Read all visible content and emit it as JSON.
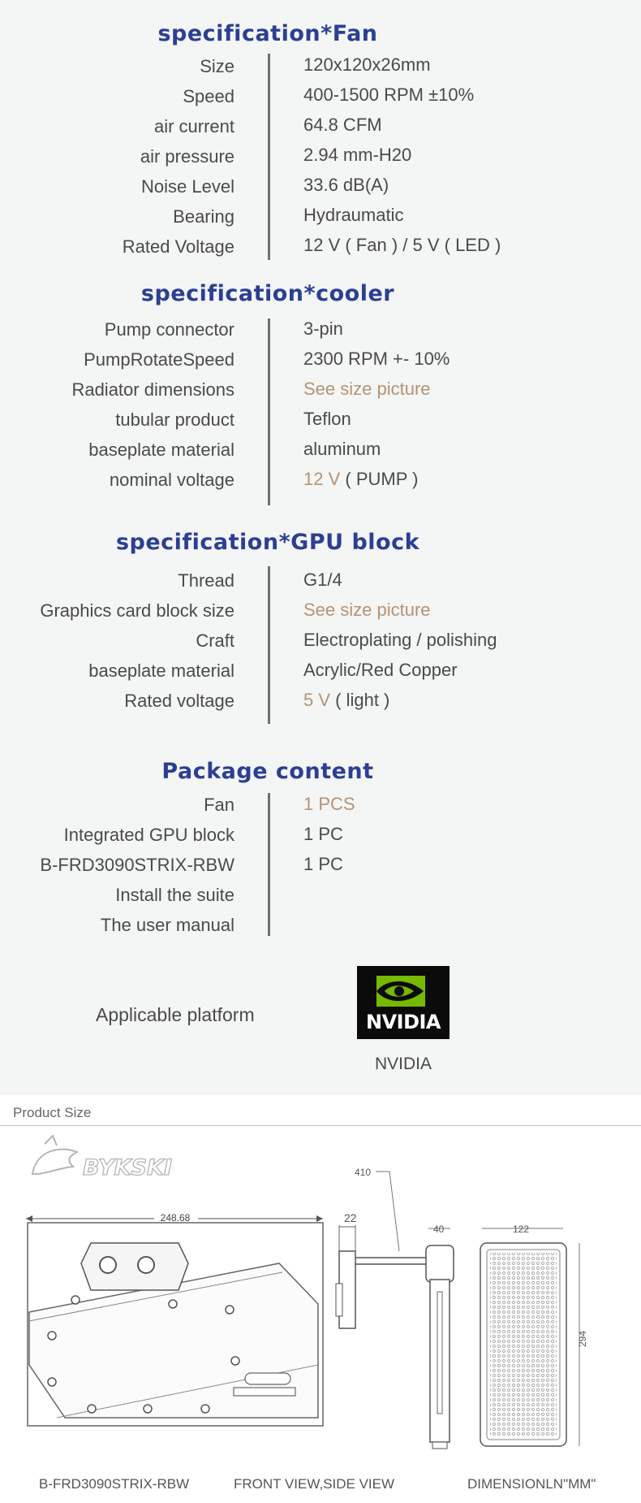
{
  "fan": {
    "title": "specification*Fan",
    "rows": [
      {
        "label": "Size",
        "value": "120x120x26mm"
      },
      {
        "label": "Speed",
        "value": "400-1500 RPM ±10%"
      },
      {
        "label": "air current",
        "value": "64.8 CFM"
      },
      {
        "label": "air pressure",
        "value": "2.94 mm-H20"
      },
      {
        "label": "Noise Level",
        "value": "33.6 dB(A)"
      },
      {
        "label": "Bearing",
        "value": "Hydraumatic"
      },
      {
        "label": "Rated Voltage",
        "value": "12 V ( Fan ) / 5 V ( LED )"
      }
    ]
  },
  "cooler": {
    "title": "specification*cooler",
    "rows": [
      {
        "label": "Pump connector",
        "value": "3-pin"
      },
      {
        "label": "PumpRotateSpeed",
        "value": "2300 RPM +- 10%"
      },
      {
        "label": "Radiator dimensions",
        "value": "See size  picture"
      },
      {
        "label": "tubular product",
        "value": "Teflon"
      },
      {
        "label": "baseplate material",
        "value": "aluminum"
      },
      {
        "label": "nominal voltage",
        "value_accent": "12 V",
        "value_rest": " ( PUMP )"
      }
    ]
  },
  "gpu_block": {
    "title": "specification*GPU block",
    "rows": [
      {
        "label": "Thread",
        "value": "G1/4"
      },
      {
        "label": "Graphics card block size",
        "value": "See size  picture"
      },
      {
        "label": "Craft",
        "value": "Electroplating / polishing"
      },
      {
        "label": "baseplate material",
        "value": "Acrylic/Red Copper"
      },
      {
        "label": "Rated voltage",
        "value_accent": "5 V",
        "value_rest": " ( light )"
      }
    ]
  },
  "package": {
    "title": "Package content",
    "rows": [
      {
        "label": "Fan",
        "value": "1 PCS"
      },
      {
        "label": "Integrated GPU block",
        "value": "1 PC"
      },
      {
        "label": "B-FRD3090STRIX-RBW",
        "value": "1 PC"
      },
      {
        "label": "Install the suite",
        "value": ""
      },
      {
        "label": "The user manual",
        "value": ""
      }
    ]
  },
  "platform": {
    "label": "Applicable platform",
    "logo_text": "NVIDIA",
    "name": "NVIDIA"
  },
  "product_size": {
    "title": "Product Size",
    "brand_logo_text": "BYKSKI",
    "dim_width": "248.68",
    "dim_thickness": "22",
    "dim_tube": "410",
    "dim_pump": "40",
    "dim_radiator_width": "122",
    "dim_radiator_height": "294",
    "captions": [
      "B-FRD3090STRIX-RBW",
      "FRONT VIEW,SIDE VIEW",
      "DIMENSIONLN\"MM\""
    ]
  },
  "colors": {
    "title_blue": "#2b3f93",
    "accent_tan": "#b49474",
    "text_gray": "#4a4a4a",
    "nvidia_green": "#76b900"
  }
}
